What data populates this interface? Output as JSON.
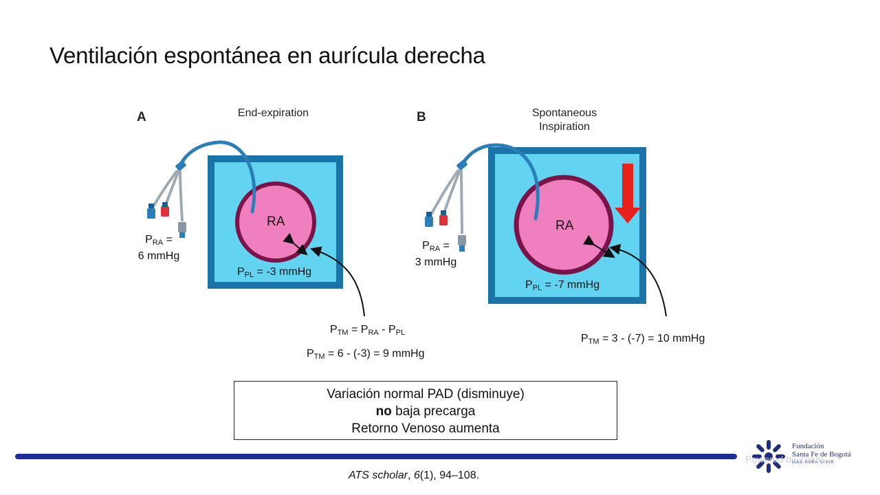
{
  "slide": {
    "title": "Ventilación espontánea en aurícula derecha"
  },
  "panel_a": {
    "letter": "A",
    "caption": "End-expiration",
    "ra_label": "RA",
    "pra_sym": "P",
    "pra_sub": "RA",
    "pra_eq": " =",
    "pra_value": "6 mmHg",
    "ppl_sym": "P",
    "ppl_sub": "PL",
    "ppl_rest": " = -3 mmHg",
    "formula_p1": "P",
    "formula_s1": "TM",
    "formula_m1": " = P",
    "formula_s2": "RA",
    "formula_m2": " - P",
    "formula_s3": "PL",
    "calc_sym": "P",
    "calc_sub": "TM",
    "calc_rest": " = 6 - (-3) = 9 mmHg"
  },
  "panel_b": {
    "letter": "B",
    "caption_line1": "Spontaneous",
    "caption_line2": "Inspiration",
    "ra_label": "RA",
    "pra_sym": "P",
    "pra_sub": "RA",
    "pra_eq": " =",
    "pra_value": "3 mmHg",
    "ppl_sym": "P",
    "ppl_sub": "PL",
    "ppl_rest": " = -7 mmHg",
    "calc_sym": "P",
    "calc_sub": "TM",
    "calc_rest": " = 3 - (-7) = 10 mmHg"
  },
  "summary": {
    "line1": "Variación normal PAD (disminuye)",
    "line2_bold": "no",
    "line2_rest": " baja precarga",
    "line3": "Retorno Venoso aumenta"
  },
  "citation": {
    "journal": "ATS scholar",
    "sep": ", ",
    "volume": "6",
    "rest": "(1), 94–108."
  },
  "logo": {
    "name_line1": "Fundación",
    "name_line2": "Santa Fe de Bogotá",
    "tagline": "MÁS PARA VIVIR"
  },
  "watermark": "Powered by Zoom",
  "colors": {
    "chamber_border": "#1a74a8",
    "chamber_fill": "#62d3f0",
    "ra_fill": "#f07fc0",
    "ra_border": "#7a1448",
    "catheter": "#2a7fb8",
    "down_arrow": "#e8211d",
    "footer_bar": "#1f2d9a"
  }
}
